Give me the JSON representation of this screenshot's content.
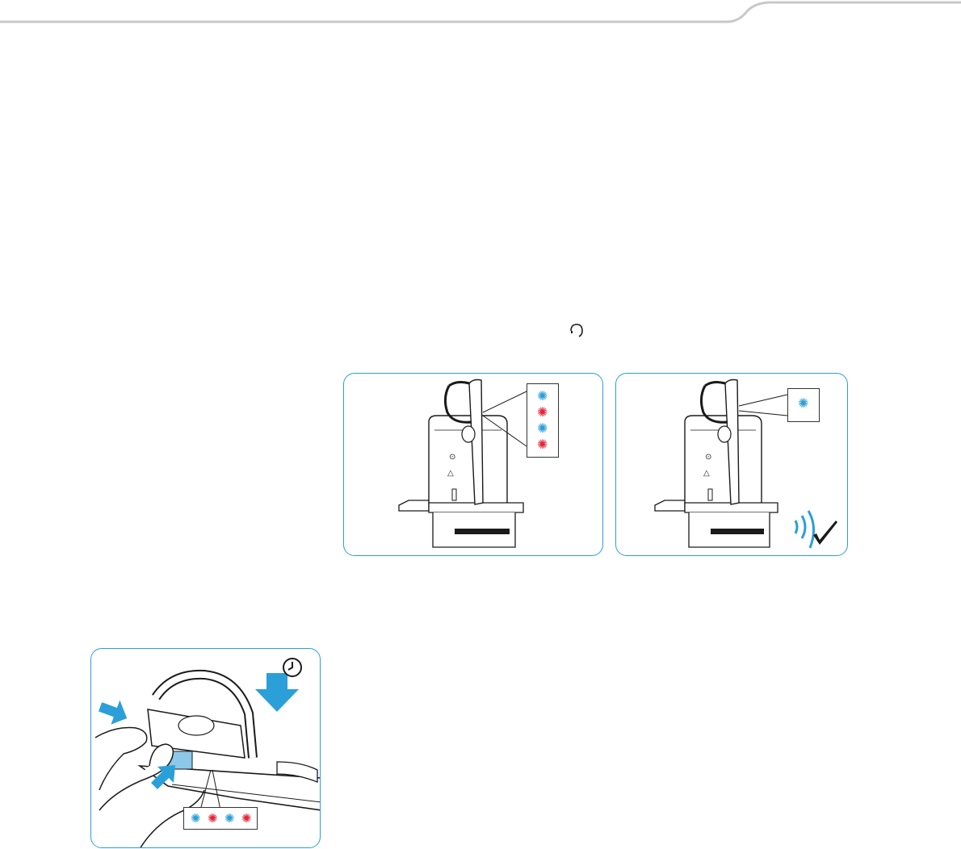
{
  "page": {
    "header_rule_color": "#c8c8c8",
    "accent_color": "#2b9fd8"
  },
  "icons": {
    "headset_indicator": "headset-icon"
  },
  "panels": {
    "pairing_in_progress": {
      "led_sequence": [
        "blue",
        "red",
        "blue",
        "red"
      ]
    },
    "pairing_complete": {
      "led_sequence": [
        "blue"
      ],
      "status_icon": "connected-check-icon"
    },
    "headset_button": {
      "led_sequence": [
        "blue",
        "red",
        "blue",
        "red"
      ],
      "timer_icon": "clock-icon",
      "direction_icon": "arrow-down-icon"
    }
  },
  "colors": {
    "led_blue": "#2b9fd8",
    "led_red": "#e0283a",
    "line_art": "#1a1a1a"
  }
}
